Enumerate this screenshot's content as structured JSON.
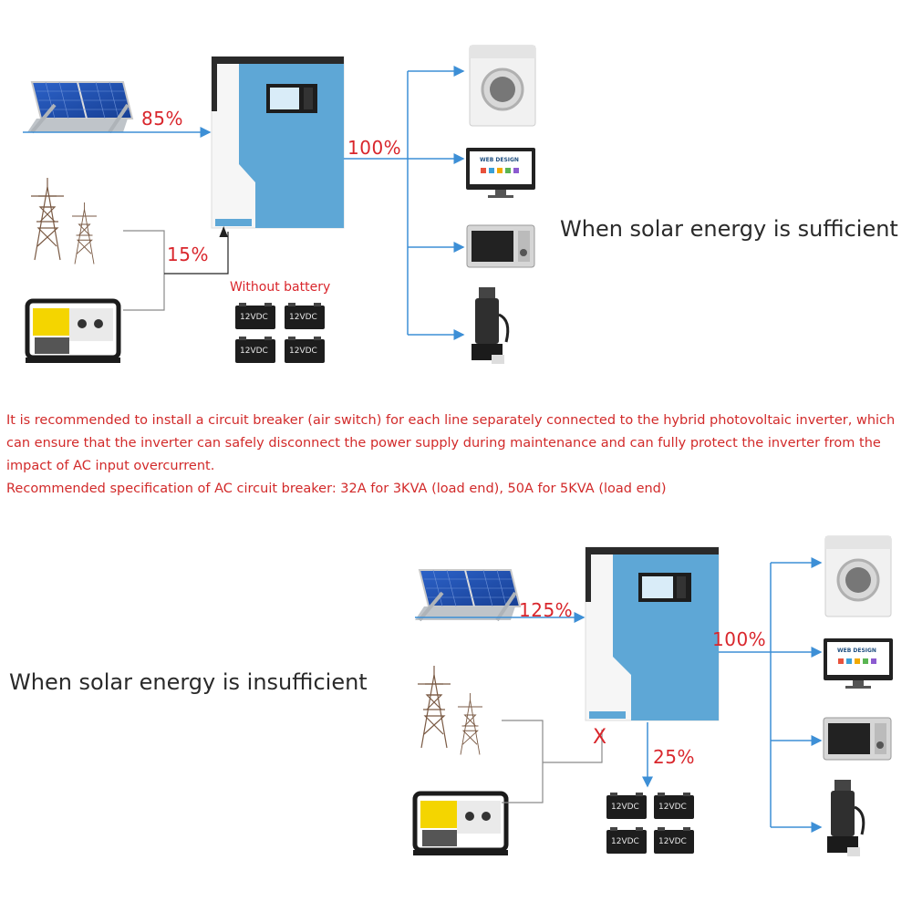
{
  "top": {
    "caption": "When solar energy is sufficient",
    "solar_pct": "85%",
    "grid_pct": "15%",
    "output_pct": "100%",
    "battery_note": "Without battery",
    "battery_label": "12VDC"
  },
  "note": {
    "line1": "It is recommended to install a circuit breaker (air switch) for each line separately connected to the hybrid photovoltaic inverter, which can ensure that the inverter can safely disconnect the power supply during maintenance and can fully protect the inverter from the impact of AC input overcurrent.",
    "line2": "Recommended specification of AC circuit breaker: 32A for 3KVA (load end), 50A for 5KVA (load end)"
  },
  "bottom": {
    "caption": "When solar energy is insufficient",
    "solar_pct": "125%",
    "output_pct": "100%",
    "battery_pct": "25%",
    "battery_label": "12VDC",
    "blocked_mark": "X"
  },
  "monitor_text": "WEB DESIGN",
  "colors": {
    "arrow": "#3d8fd6",
    "percent": "#d9262c",
    "inverter_blue": "#5ea7d6",
    "line_gray": "#8a8a8a"
  },
  "icons": [
    "solar-panel-icon",
    "power-tower-icon",
    "generator-icon",
    "inverter-icon",
    "battery-icon",
    "washing-machine-icon",
    "monitor-icon",
    "microwave-icon",
    "water-pump-icon"
  ]
}
